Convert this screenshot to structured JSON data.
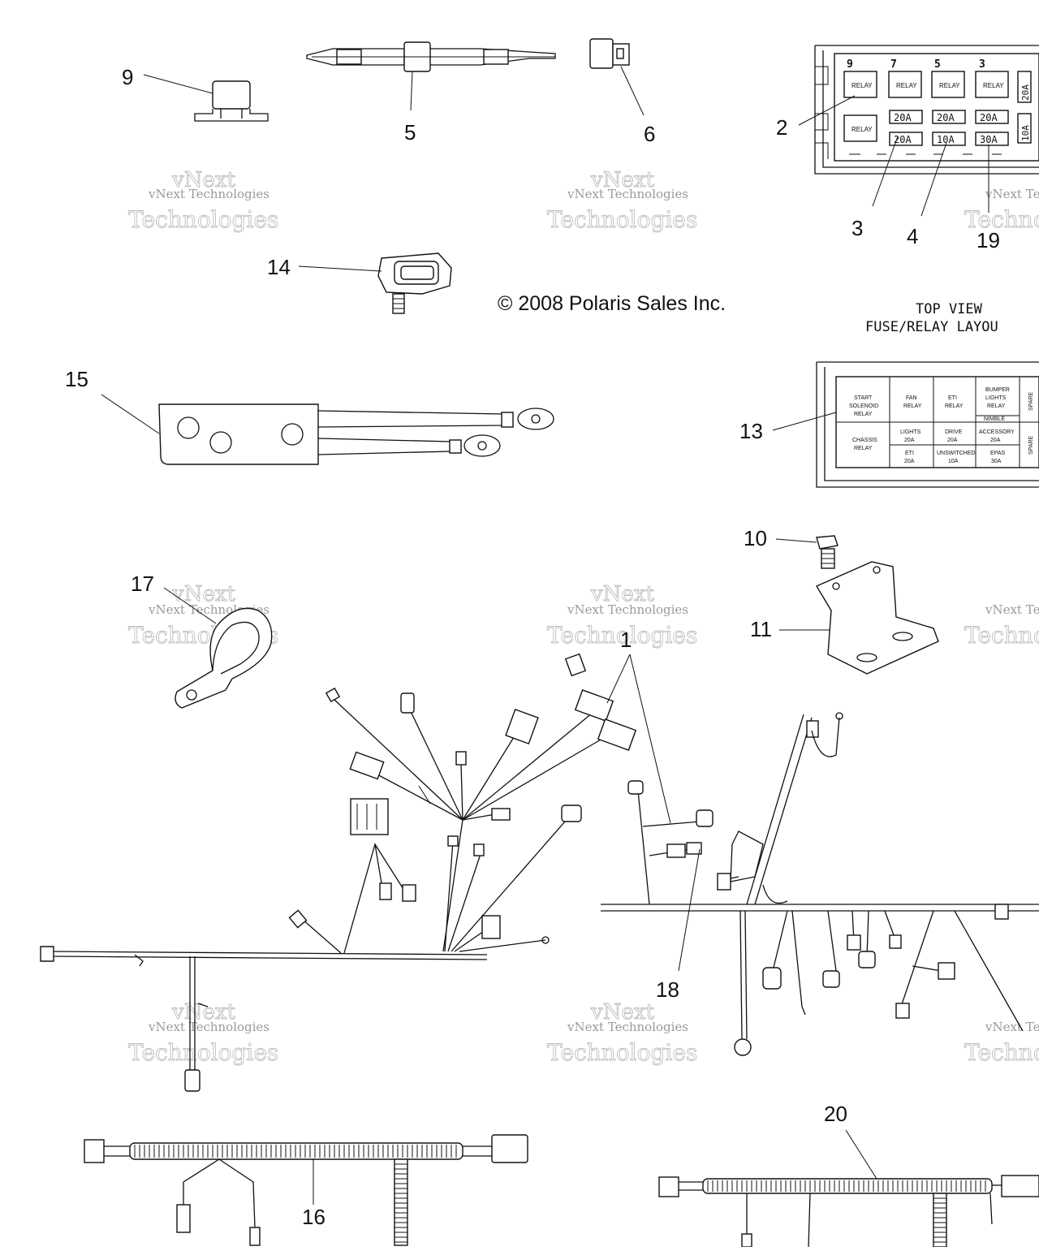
{
  "copyright": "© 2008 Polaris Sales Inc.",
  "top_view": {
    "line1": "TOP VIEW",
    "line2": "FUSE/RELAY LAYOU"
  },
  "watermark": {
    "brand": "vNext",
    "line1": "vNext Technologies",
    "line2": "Technologies"
  },
  "callouts": {
    "c1": "1",
    "c2": "2",
    "c3": "3",
    "c4": "4",
    "c5": "5",
    "c6": "6",
    "c9": "9",
    "c10": "10",
    "c11": "11",
    "c13": "13",
    "c14": "14",
    "c15": "15",
    "c16": "16",
    "c17": "17",
    "c18": "18",
    "c19": "19",
    "c20": "20"
  },
  "fuse_box_top": {
    "slots": [
      "9",
      "7",
      "5",
      "3"
    ],
    "relay": "RELAY",
    "fuses_row1": [
      "20A",
      "20A",
      "20A"
    ],
    "fuses_row2": [
      "20A",
      "10A",
      "30A"
    ],
    "side_fuses": [
      "20A",
      "10A"
    ]
  },
  "fuse_table": {
    "start_solenoid": [
      "START",
      "SOLENOID",
      "RELAY"
    ],
    "fan_relay": [
      "FAN",
      "RELAY"
    ],
    "eti_relay": [
      "ETI",
      "RELAY"
    ],
    "bumper_lights": [
      "BUMPER",
      "LIGHTS",
      "RELAY"
    ],
    "spare": "SPARE",
    "nimble": "NIMBLE",
    "chassis_relay": [
      "CHASSIS",
      "RELAY"
    ],
    "lights": [
      "LIGHTS",
      "20A"
    ],
    "drive": [
      "DRIVE",
      "20A"
    ],
    "accessory": [
      "ACCESSORY",
      "20A"
    ],
    "eti2": [
      "ETI",
      "20A"
    ],
    "unswitched": [
      "UNSWITCHED",
      "10A"
    ],
    "epas": [
      "EPAS",
      "30A"
    ]
  }
}
